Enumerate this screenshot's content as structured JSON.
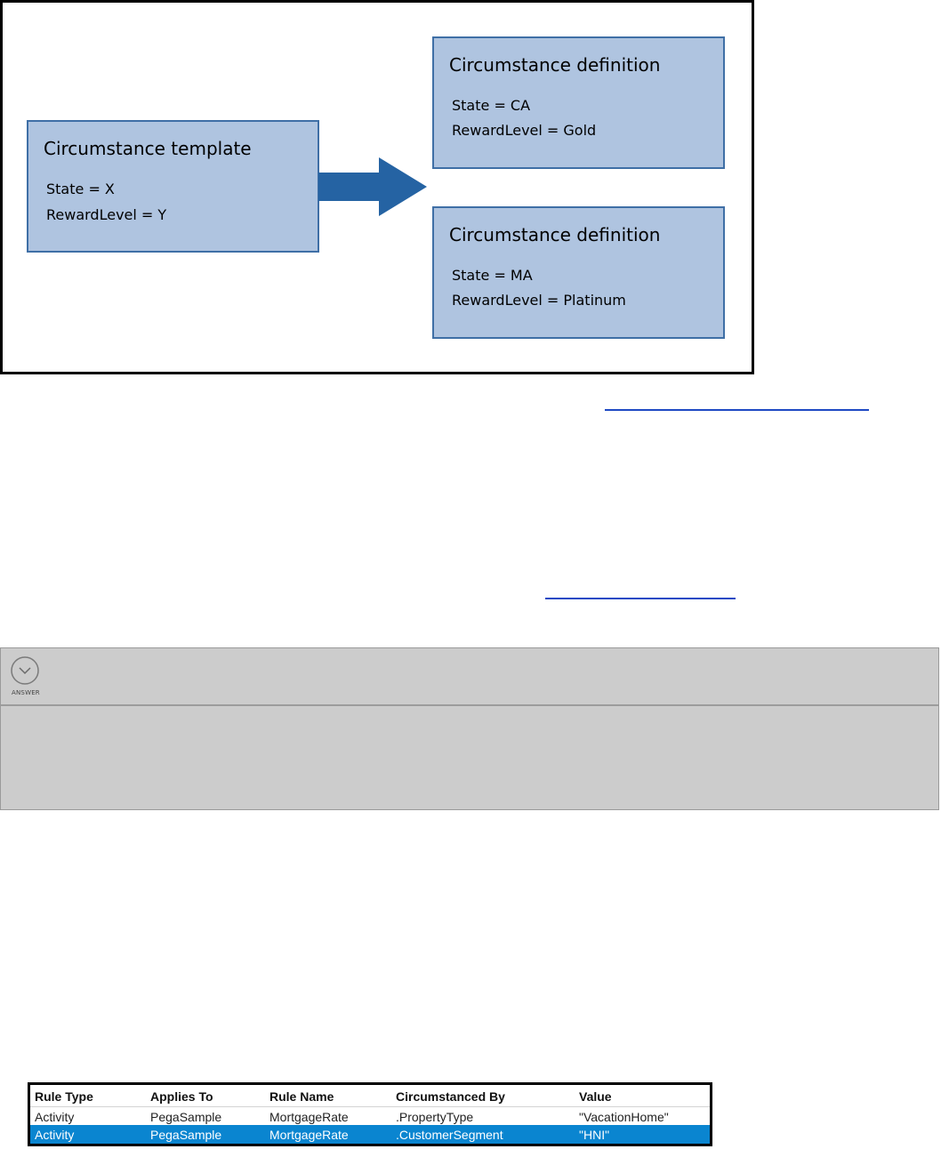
{
  "diagram": {
    "template": {
      "title": "Circumstance template",
      "lines": [
        "State = X",
        "RewardLevel = Y"
      ]
    },
    "definitions": [
      {
        "title": "Circumstance definition",
        "lines": [
          "State = CA",
          "RewardLevel = Gold"
        ]
      },
      {
        "title": "Circumstance definition",
        "lines": [
          "State = MA",
          "RewardLevel = Platinum"
        ]
      }
    ],
    "colors": {
      "box_fill": "#afc4e0",
      "box_border": "#3f6fa6",
      "arrow": "#2563a3"
    }
  },
  "answer_panel": {
    "toggle_icon": "chevron-down-icon",
    "toggle_label": "ANSWER"
  },
  "rules_table": {
    "columns": [
      "Rule Type",
      "Applies To",
      "Rule Name",
      "Circumstanced By",
      "Value"
    ],
    "rows": [
      [
        "Activity",
        "PegaSample",
        "MortgageRate",
        ".PropertyType",
        "\"VacationHome\""
      ],
      [
        "Activity",
        "PegaSample",
        "MortgageRate",
        ".CustomerSegment",
        "\"HNI\""
      ]
    ],
    "selected_row_color": "#0a85d0"
  }
}
